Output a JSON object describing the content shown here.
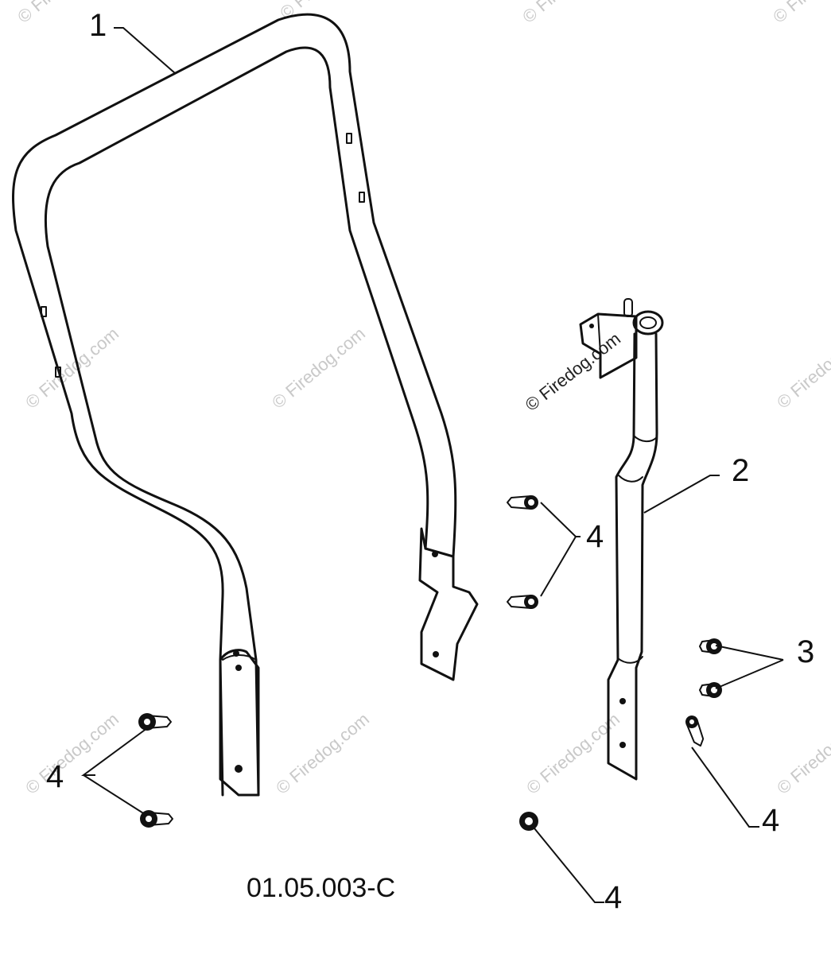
{
  "diagram": {
    "drawing_code": "01.05.003-C",
    "watermark": "© Firedog.com",
    "callouts": {
      "c1": "1",
      "c2": "2",
      "c3": "3",
      "c4a": "4",
      "c4b": "4",
      "c4c": "4",
      "c4d": "4"
    }
  }
}
